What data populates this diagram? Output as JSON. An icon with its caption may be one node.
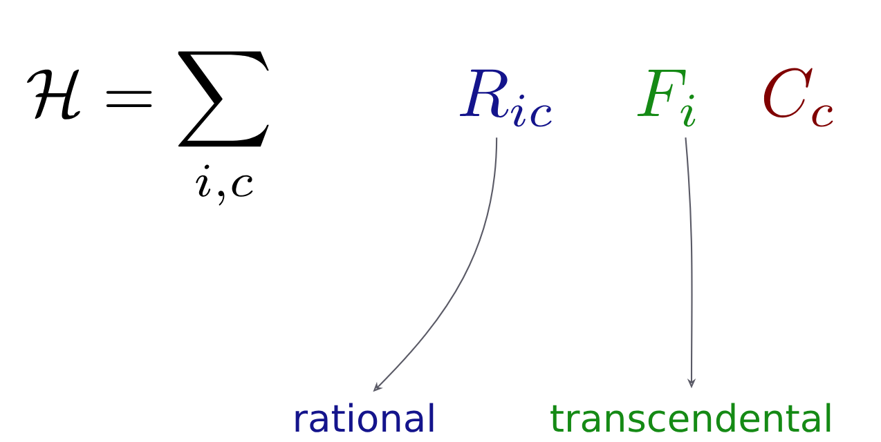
{
  "diagram": {
    "nodes": [
      {
        "text": [
          "R_{ic}"
        ]
      },
      {
        "text": [
          "F_i"
        ]
      },
      {
        "text": [
          "rational"
        ]
      },
      {
        "text": [
          "transcendental"
        ]
      }
    ],
    "edges": [
      {
        "from": 0,
        "to": 2,
        "arrow": "to"
      },
      {
        "from": 1,
        "to": 3,
        "arrow": "to"
      }
    ],
    "labels": [
      "\\mathcal{H} = \\sum_{i,c}",
      "C_c"
    ]
  }
}
